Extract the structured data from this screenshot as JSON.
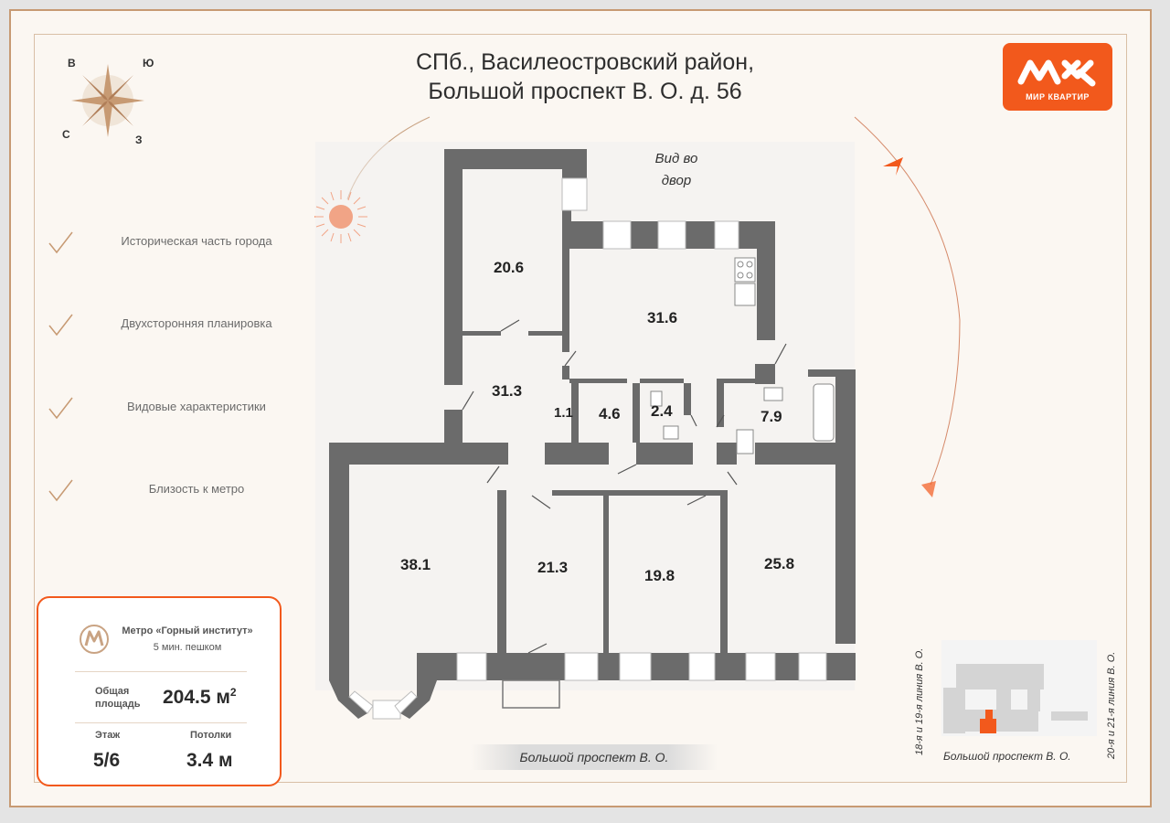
{
  "header": {
    "address_line1": "СПб., Василеостровский район,",
    "address_line2": "Большой проспект В. О. д. 56"
  },
  "logo": {
    "text": "МИР КВАРТИР",
    "color": "#f2591c"
  },
  "compass": {
    "north_west": "В",
    "north_east": "Ю",
    "south_west": "С",
    "south_east": "З"
  },
  "features": [
    "Историческая часть города",
    "Двухсторонняя планировка",
    "Видовые характеристики",
    "Близость к метро"
  ],
  "info": {
    "metro_name": "Метро «Горный институт»",
    "metro_time": "5 мин. пешком",
    "area_label_1": "Общая",
    "area_label_2": "площадь",
    "area_value": "204.5 м",
    "area_unit_sup": "2",
    "floor_label": "Этаж",
    "floor_value": "5/6",
    "ceiling_label": "Потолки",
    "ceiling_value": "3.4 м"
  },
  "plan": {
    "view_label_1": "Вид во",
    "view_label_2": "двор",
    "rooms": [
      "20.6",
      "31.6",
      "31.3",
      "1.1",
      "4.6",
      "2.4",
      "7.9",
      "38.1",
      "21.3",
      "19.8",
      "25.8"
    ],
    "street": "Большой проспект В. О."
  },
  "minimap": {
    "left_street": "18-я и 19-я линия В. О.",
    "right_street": "20-я и 21-я линия В. О.",
    "bottom_street": "Большой проспект В. О."
  },
  "colors": {
    "accent": "#f2591c",
    "wall": "#6b6b6b",
    "frame": "#c79a73"
  }
}
